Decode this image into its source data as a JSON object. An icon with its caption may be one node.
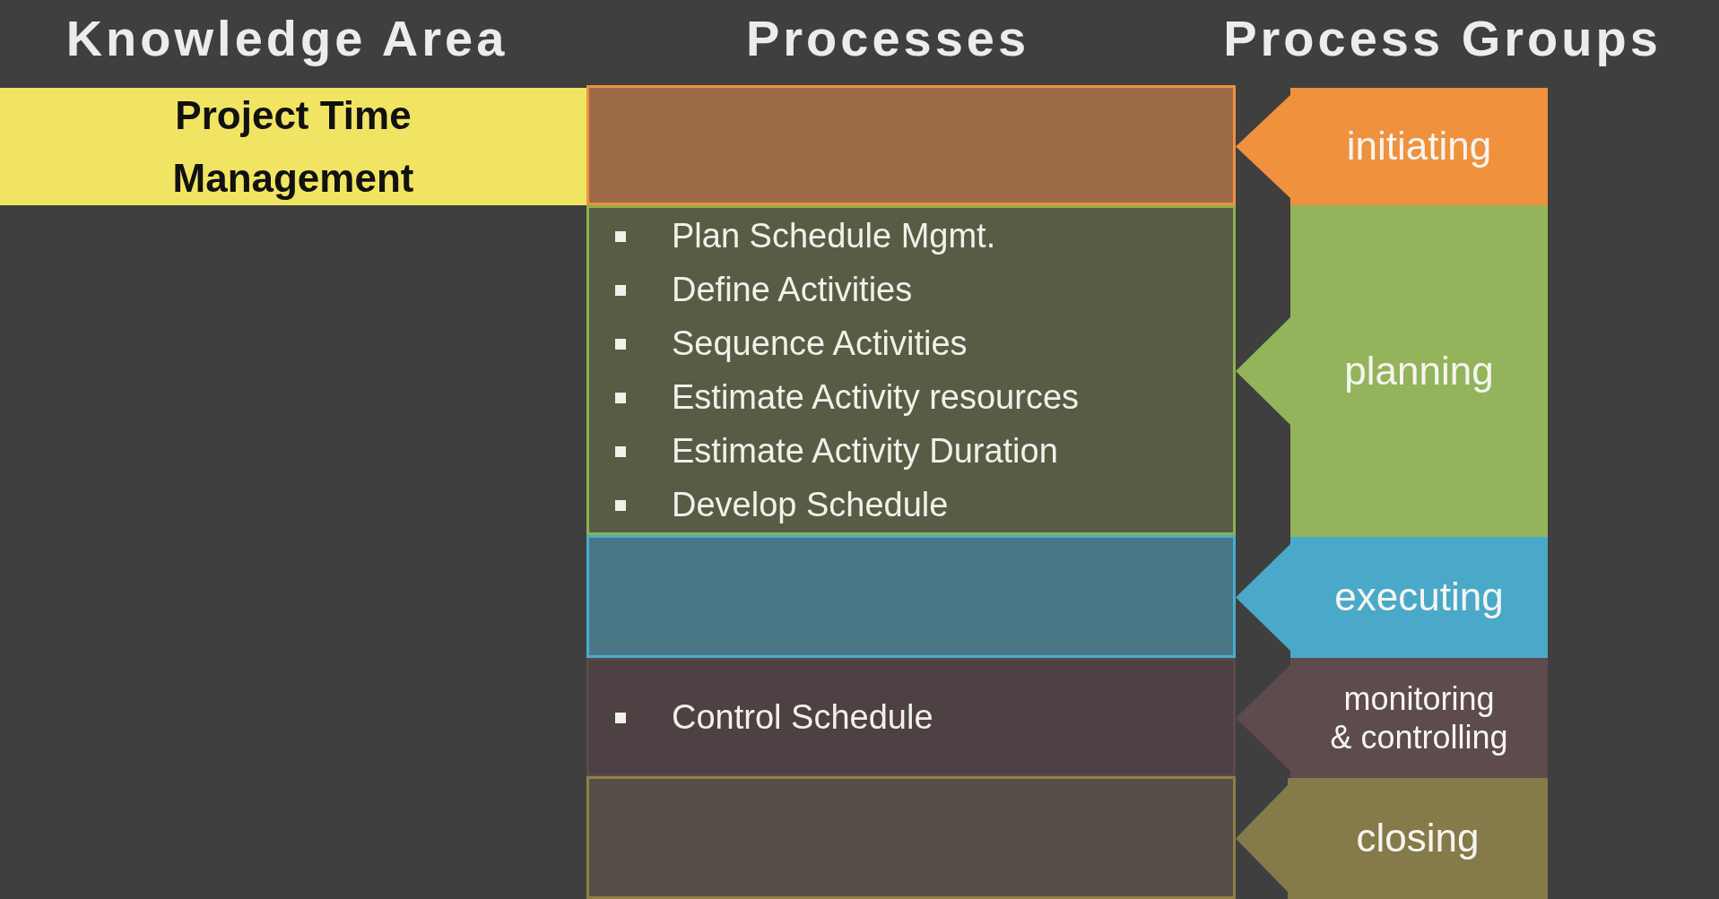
{
  "diagram": {
    "nodes": [
      {
        "text": [
          "Project Time Management"
        ]
      },
      {
        "text": [],
        "shape": "box"
      },
      {
        "text": [
          "Plan Schedule Mgmt.",
          "Define Activities",
          "Sequence Activities",
          "Estimate Activity resources",
          "Estimate Activity Duration",
          "Develop Schedule"
        ]
      },
      {
        "text": [],
        "shape": "box"
      },
      {
        "text": [
          "Control Schedule"
        ]
      },
      {
        "text": [],
        "shape": "box"
      },
      {
        "text": [
          "initiating"
        ]
      },
      {
        "text": [
          "planning"
        ]
      },
      {
        "text": [
          "executing"
        ]
      },
      {
        "text": [
          "monitoring & controlling"
        ]
      },
      {
        "text": [
          "closing"
        ]
      }
    ],
    "edges": [
      {
        "from": 6,
        "to": 1,
        "arrow": "to",
        "color": "#f0913d"
      },
      {
        "from": 7,
        "to": 2,
        "arrow": "to",
        "color": "#93b45a"
      },
      {
        "from": 8,
        "to": 3,
        "arrow": "to",
        "color": "#4aa9c9"
      },
      {
        "from": 9,
        "to": 4,
        "arrow": "to",
        "color": "#5e4b4e"
      },
      {
        "from": 10,
        "to": 5,
        "arrow": "to",
        "color": "#857a49"
      }
    ],
    "labels": [
      "Knowledge Area",
      "Processes",
      "Process Groups"
    ]
  }
}
